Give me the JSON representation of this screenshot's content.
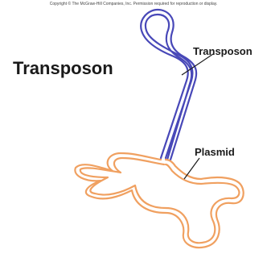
{
  "copyright": "Copyright © The McGraw-Hill Companies, Inc. Permission required for reproduction or display.",
  "title": "Transposon",
  "labels": {
    "transposon": "Transposon",
    "plasmid": "Plasmid"
  },
  "colors": {
    "transposon_strand": "#4848b8",
    "plasmid_strand": "#f0a060",
    "text": "#1a1a1a",
    "leader_line": "#1a1a1a"
  }
}
